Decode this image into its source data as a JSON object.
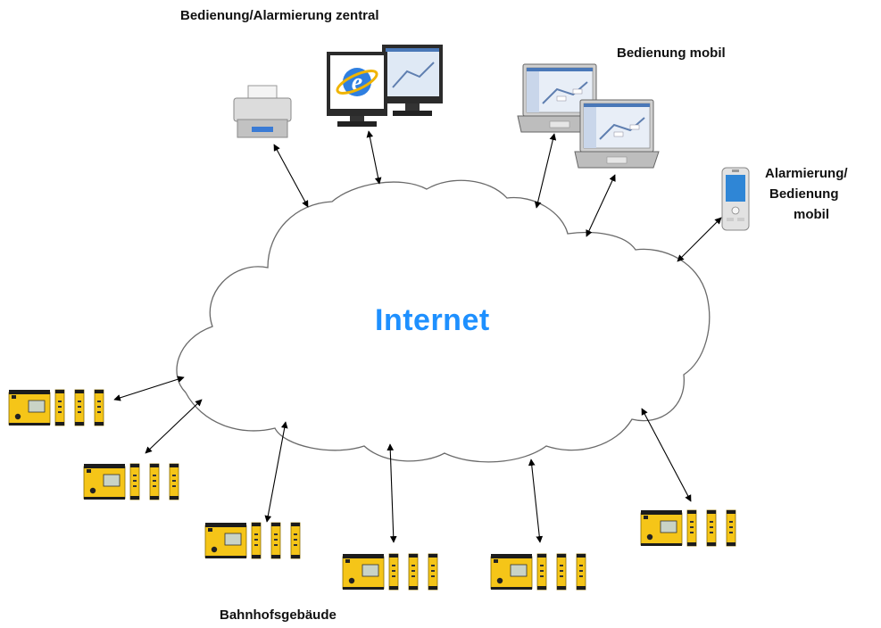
{
  "labels": {
    "central": "Bedienung/Alarmierung zentral",
    "mobile": "Bedienung mobil",
    "phone_line1": "Alarmierung/",
    "phone_line2": "Bedienung",
    "phone_line3": "mobil",
    "cloud": "Internet",
    "bottom": "Bahnhofsgebäude"
  },
  "icons": {
    "printer": "printer-icon",
    "desktop": "desktop-computer-icon",
    "laptop": "laptop-icon",
    "phone": "mobile-phone-icon",
    "controller": "controller-module-icon"
  },
  "colors": {
    "cloud_text": "#1e90ff",
    "device_yellow": "#f5c518",
    "device_dark": "#222222",
    "line": "#000000"
  }
}
